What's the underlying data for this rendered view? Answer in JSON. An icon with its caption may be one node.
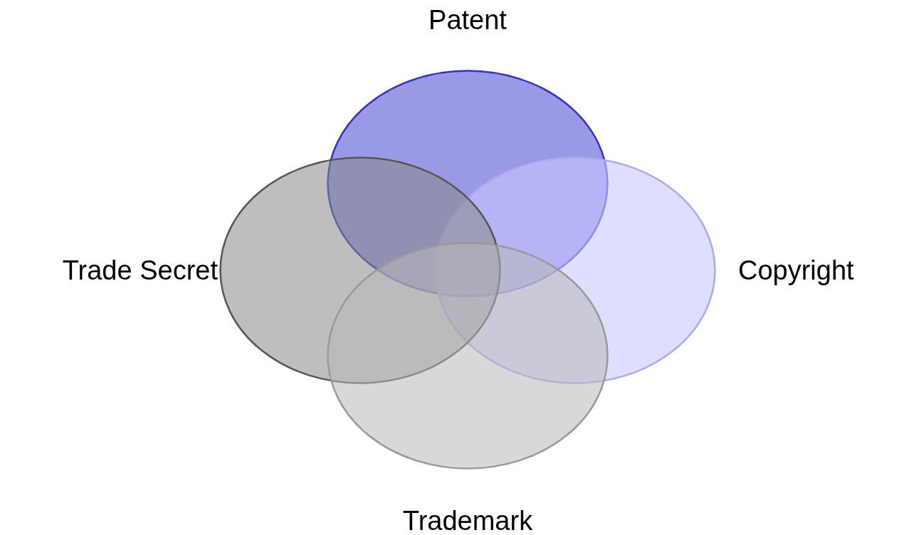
{
  "diagram": {
    "nodes": [
      {
        "text": [
          "Patent"
        ]
      },
      {
        "text": [
          "Trade Secret"
        ]
      },
      {
        "text": [
          "Copyright"
        ]
      },
      {
        "text": [
          "Trademark"
        ]
      }
    ]
  }
}
